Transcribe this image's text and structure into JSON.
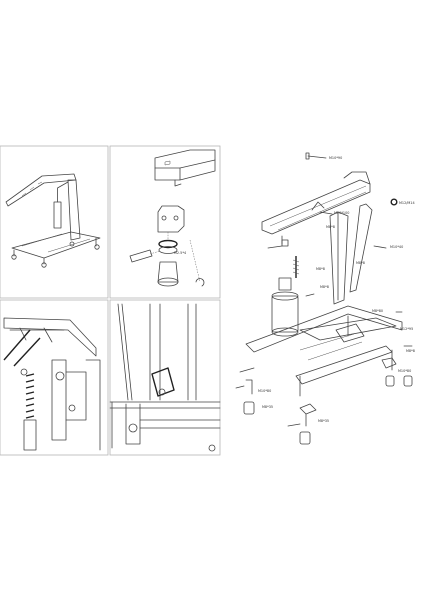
{
  "labels": {
    "m10_top": "M10*90",
    "m20": "M20*100",
    "m10_upper": "M10*40",
    "nut": "M12/M14",
    "m8_80": "M8*80",
    "m8_a": "M8*8",
    "m8_b": "M8*8",
    "m8_c": "M8*8",
    "m8_d": "M8*8",
    "m8_e": "M8*8",
    "m12": "M12*95",
    "m10_b": "M10*80",
    "m10_c": "M10*80",
    "m8x35_a": "M8*35",
    "m8x35_b": "M8*35",
    "detail_callout": "M2.5*4"
  },
  "colors": {
    "line": "#444444",
    "panel_border": "#b5b5b5",
    "background": "#ffffff"
  }
}
